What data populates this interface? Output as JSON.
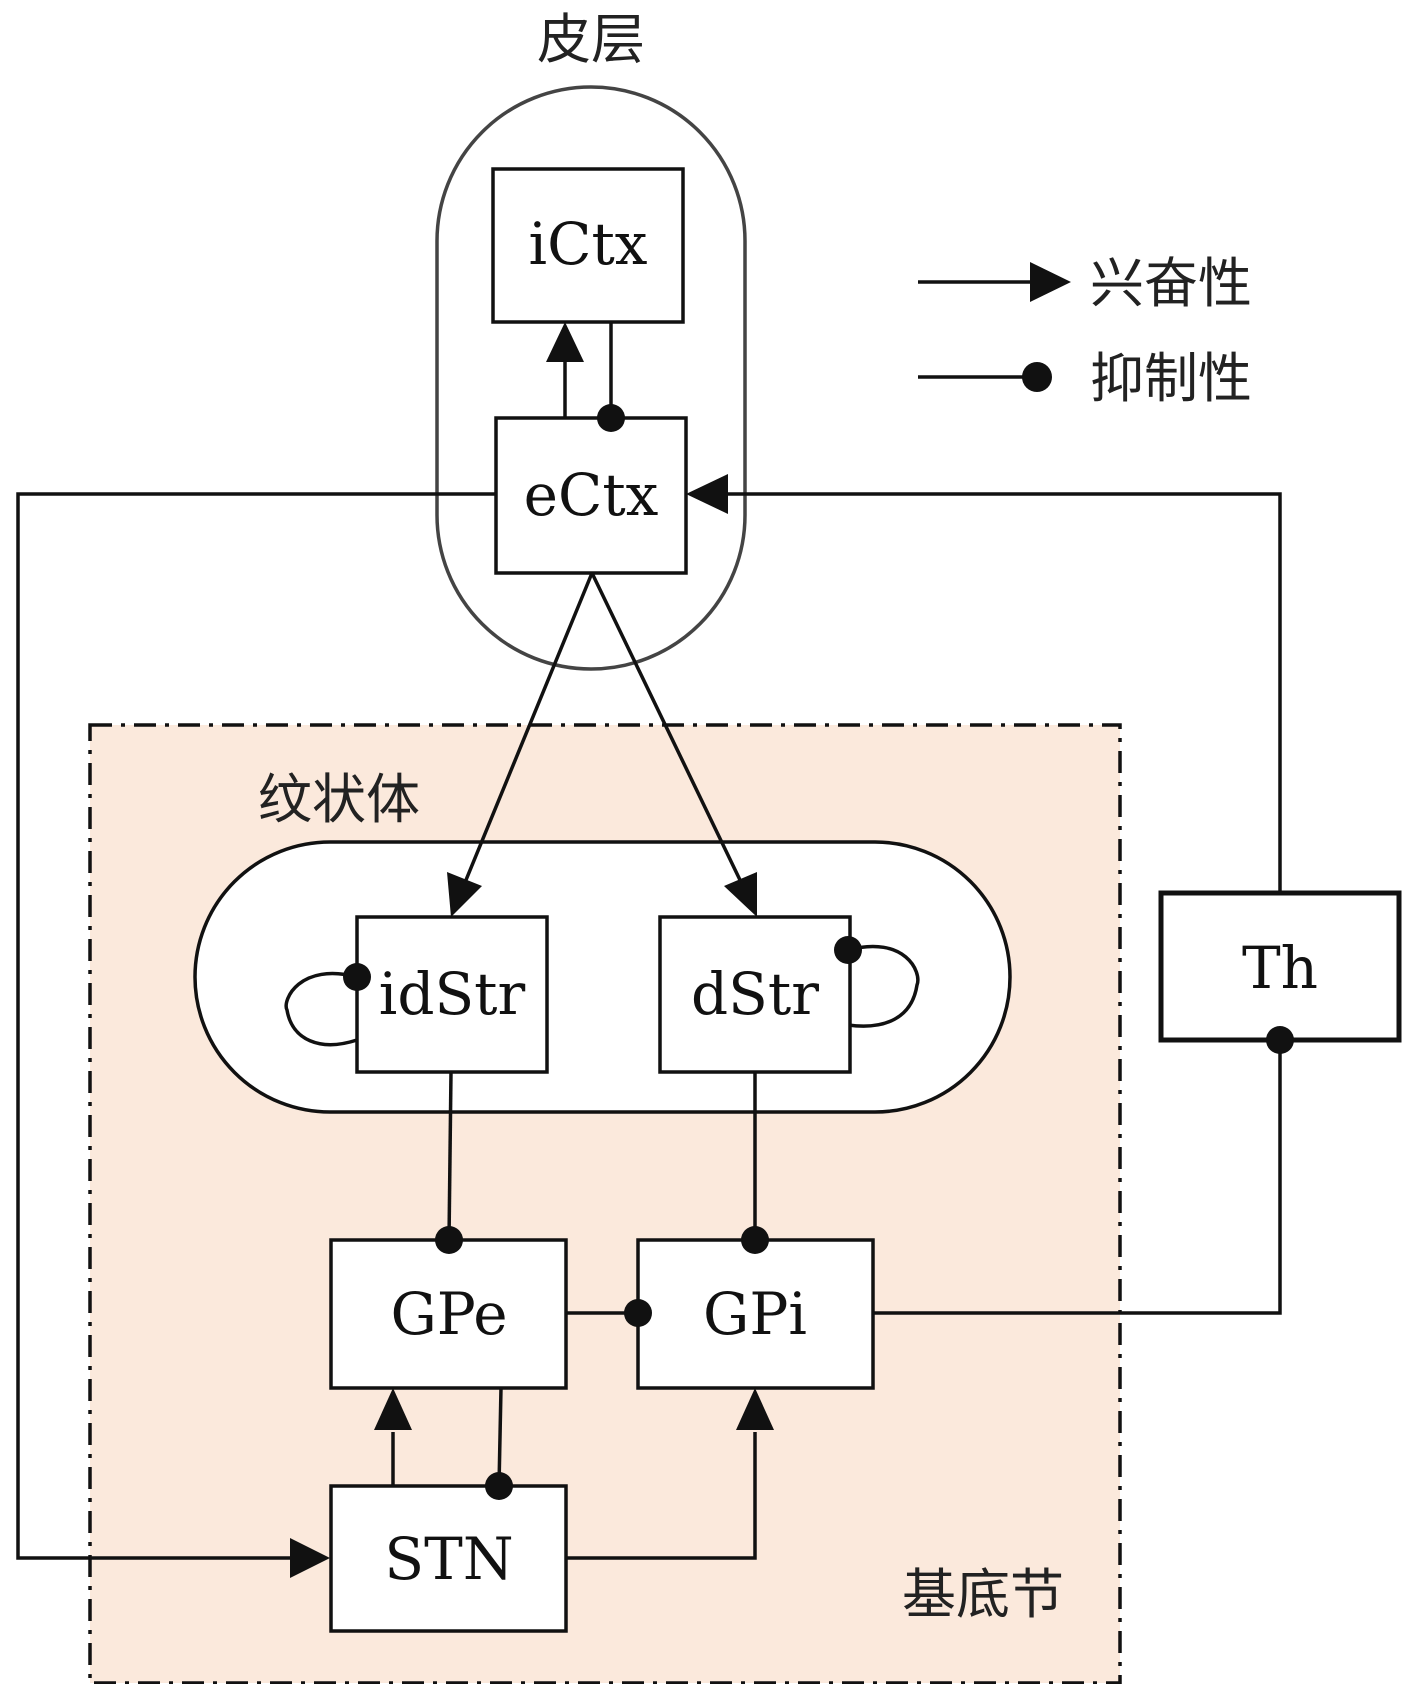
{
  "groups": {
    "cortex": "皮层",
    "striatum": "纹状体",
    "basal_ganglia": "基底节"
  },
  "nodes": {
    "ictx": "iCtx",
    "ectx": "eCtx",
    "idstr": "idStr",
    "dstr": "dStr",
    "gpe": "GPe",
    "gpi": "GPi",
    "stn": "STN",
    "th": "Th"
  },
  "legend": {
    "excitatory": "兴奋性",
    "inhibitory": "抑制性"
  },
  "colors": {
    "basal_ganglia_fill": "#fbe9dc",
    "line": "#111111",
    "cortex_outline": "#444444"
  }
}
